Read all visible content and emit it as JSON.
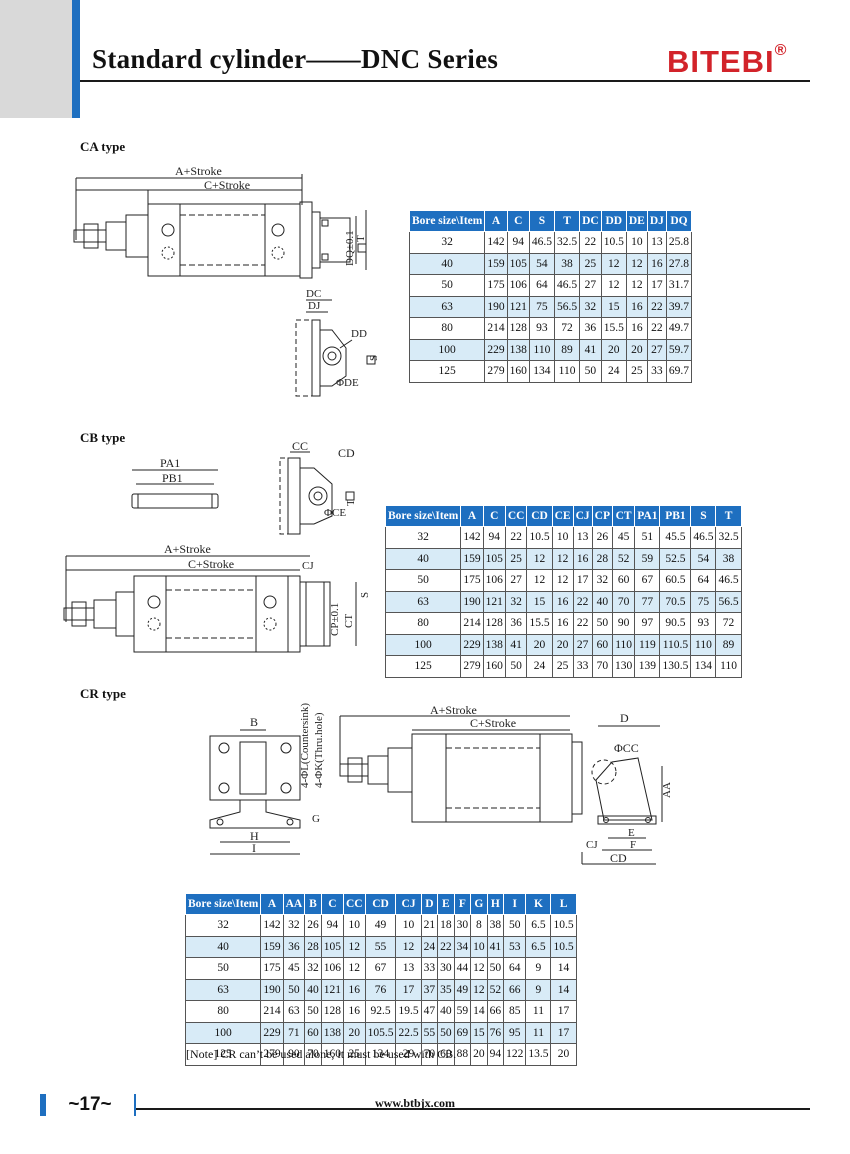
{
  "header": {
    "title": "Standard cylinder——DNC Series",
    "brand": "BITEBI",
    "brand_mark": "®"
  },
  "ca": {
    "section_title": "CA type",
    "labels": {
      "a_stroke": "A+Stroke",
      "c_stroke": "C+Stroke",
      "dq": "DQ±0.1",
      "t": "T",
      "dc": "DC",
      "dj": "DJ",
      "dd": "DD",
      "s": "S",
      "de": "ΦDE"
    },
    "table": {
      "headers": [
        "Bore size\\Item",
        "A",
        "C",
        "S",
        "T",
        "DC",
        "DD",
        "DE",
        "DJ",
        "DQ"
      ],
      "rows": [
        [
          "32",
          "142",
          "94",
          "46.5",
          "32.5",
          "22",
          "10.5",
          "10",
          "13",
          "25.8"
        ],
        [
          "40",
          "159",
          "105",
          "54",
          "38",
          "25",
          "12",
          "12",
          "16",
          "27.8"
        ],
        [
          "50",
          "175",
          "106",
          "64",
          "46.5",
          "27",
          "12",
          "12",
          "17",
          "31.7"
        ],
        [
          "63",
          "190",
          "121",
          "75",
          "56.5",
          "32",
          "15",
          "16",
          "22",
          "39.7"
        ],
        [
          "80",
          "214",
          "128",
          "93",
          "72",
          "36",
          "15.5",
          "16",
          "22",
          "49.7"
        ],
        [
          "100",
          "229",
          "138",
          "110",
          "89",
          "41",
          "20",
          "20",
          "27",
          "59.7"
        ],
        [
          "125",
          "279",
          "160",
          "134",
          "110",
          "50",
          "24",
          "25",
          "33",
          "69.7"
        ]
      ]
    }
  },
  "cb": {
    "section_title": "CB type",
    "labels": {
      "pa1": "PA1",
      "pb1": "PB1",
      "cc": "CC",
      "cd": "CD",
      "t": "T",
      "ce": "ΦCE",
      "a_stroke": "A+Stroke",
      "c_stroke": "C+Stroke",
      "cj": "CJ",
      "cp": "CP±0.1",
      "ct": "CT",
      "s": "S"
    },
    "table": {
      "headers": [
        "Bore size\\Item",
        "A",
        "C",
        "CC",
        "CD",
        "CE",
        "CJ",
        "CP",
        "CT",
        "PA1",
        "PB1",
        "S",
        "T"
      ],
      "rows": [
        [
          "32",
          "142",
          "94",
          "22",
          "10.5",
          "10",
          "13",
          "26",
          "45",
          "51",
          "45.5",
          "46.5",
          "32.5"
        ],
        [
          "40",
          "159",
          "105",
          "25",
          "12",
          "12",
          "16",
          "28",
          "52",
          "59",
          "52.5",
          "54",
          "38"
        ],
        [
          "50",
          "175",
          "106",
          "27",
          "12",
          "12",
          "17",
          "32",
          "60",
          "67",
          "60.5",
          "64",
          "46.5"
        ],
        [
          "63",
          "190",
          "121",
          "32",
          "15",
          "16",
          "22",
          "40",
          "70",
          "77",
          "70.5",
          "75",
          "56.5"
        ],
        [
          "80",
          "214",
          "128",
          "36",
          "15.5",
          "16",
          "22",
          "50",
          "90",
          "97",
          "90.5",
          "93",
          "72"
        ],
        [
          "100",
          "229",
          "138",
          "41",
          "20",
          "20",
          "27",
          "60",
          "110",
          "119",
          "110.5",
          "110",
          "89"
        ],
        [
          "125",
          "279",
          "160",
          "50",
          "24",
          "25",
          "33",
          "70",
          "130",
          "139",
          "130.5",
          "134",
          "110"
        ]
      ]
    }
  },
  "cr": {
    "section_title": "CR type",
    "labels": {
      "b": "B",
      "countersink": "4-ΦL(Countersink)",
      "thruhole": "4-ΦK(Thru.hole)",
      "g": "G",
      "h": "H",
      "i": "I",
      "a_stroke": "A+Stroke",
      "c_stroke": "C+Stroke",
      "d": "D",
      "cc": "ΦCC",
      "aa": "AA",
      "e": "E",
      "f": "F",
      "cj": "CJ",
      "cd": "CD"
    },
    "table": {
      "headers": [
        "Bore size\\Item",
        "A",
        "AA",
        "B",
        "C",
        "CC",
        "CD",
        "CJ",
        "D",
        "E",
        "F",
        "G",
        "H",
        "I",
        "K",
        "L"
      ],
      "rows": [
        [
          "32",
          "142",
          "32",
          "26",
          "94",
          "10",
          "49",
          "10",
          "21",
          "18",
          "30",
          "8",
          "38",
          "50",
          "6.5",
          "10.5"
        ],
        [
          "40",
          "159",
          "36",
          "28",
          "105",
          "12",
          "55",
          "12",
          "24",
          "22",
          "34",
          "10",
          "41",
          "53",
          "6.5",
          "10.5"
        ],
        [
          "50",
          "175",
          "45",
          "32",
          "106",
          "12",
          "67",
          "13",
          "33",
          "30",
          "44",
          "12",
          "50",
          "64",
          "9",
          "14"
        ],
        [
          "63",
          "190",
          "50",
          "40",
          "121",
          "16",
          "76",
          "17",
          "37",
          "35",
          "49",
          "12",
          "52",
          "66",
          "9",
          "14"
        ],
        [
          "80",
          "214",
          "63",
          "50",
          "128",
          "16",
          "92.5",
          "19.5",
          "47",
          "40",
          "59",
          "14",
          "66",
          "85",
          "11",
          "17"
        ],
        [
          "100",
          "229",
          "71",
          "60",
          "138",
          "20",
          "105.5",
          "22.5",
          "55",
          "50",
          "69",
          "15",
          "76",
          "95",
          "11",
          "17"
        ],
        [
          "125",
          "279",
          "90",
          "70",
          "160",
          "25",
          "134",
          "29",
          "70",
          "60",
          "88",
          "20",
          "94",
          "122",
          "13.5",
          "20"
        ]
      ]
    },
    "note": "[Note] CR can’t be used alone, it must be used with CB."
  },
  "footer": {
    "page": "~17~",
    "url": "www.btbjx.com"
  }
}
